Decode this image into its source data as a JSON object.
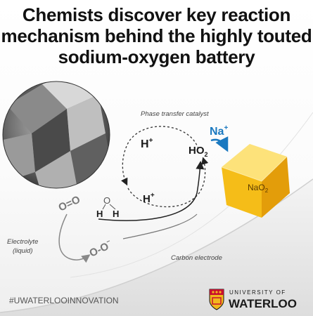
{
  "title": {
    "line1": "Chemists discover key reaction",
    "line2": "mechanism behind the highly touted",
    "line3": "sodium-oxygen battery"
  },
  "labels": {
    "phase_transfer_catalyst": "Phase transfer catalyst",
    "h_plus_top": "H",
    "h_plus_bottom": "H",
    "plus_sign": "+",
    "ho2_main": "HO",
    "ho2_sub": "2",
    "na_plus_main": "Na",
    "na_plus_sup": "+",
    "nao2_main": "NaO",
    "nao2_sub": "2",
    "o2_molecule": "O=O",
    "water_o": "O",
    "water_h_left": "H",
    "water_h_right": "H",
    "superoxide": "O-O",
    "superoxide_charge": "−",
    "electrolyte_line1": "Electrolyte",
    "electrolyte_line2": "(liquid)",
    "carbon_electrode": "Carbon electrode",
    "hashtag": "#UWATERLOOINNOVATION",
    "university_of": "UNIVERSITY OF",
    "waterloo": "WATERLOO"
  },
  "colors": {
    "crystal_yellow": "#f6c021",
    "na_blue": "#1b79c0",
    "text_dark": "#1a1a1a",
    "gray_text": "#666666",
    "logo_red": "#c8102e",
    "logo_gold": "#f2b71c"
  },
  "icons": {
    "logo": "university-of-waterloo-crest-icon"
  }
}
